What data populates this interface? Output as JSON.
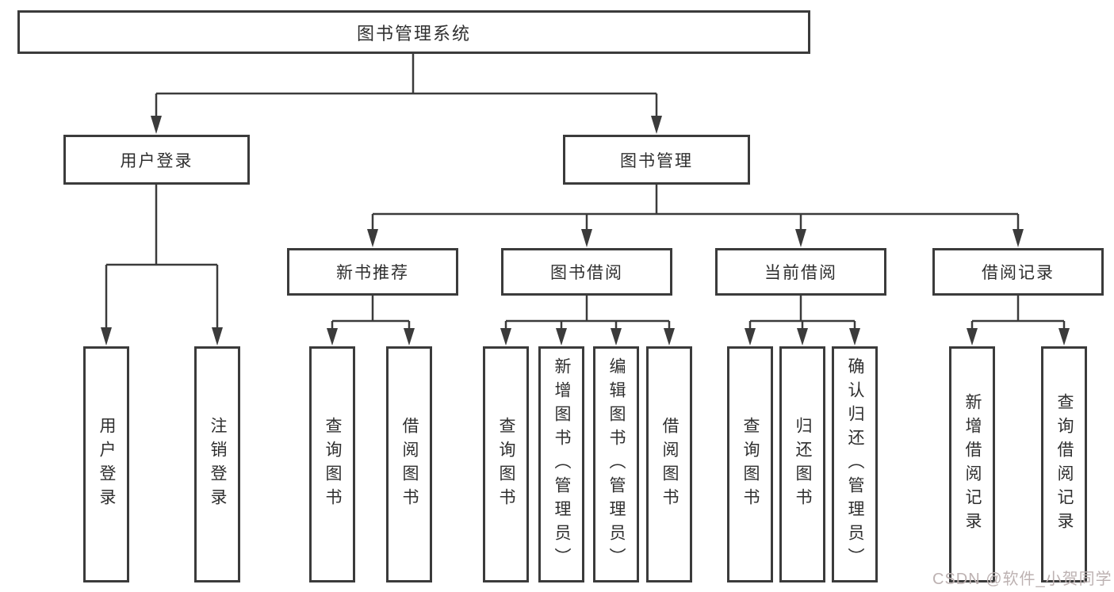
{
  "diagram": {
    "title": "图书管理系统",
    "root": {
      "label": "图书管理系统"
    },
    "level2": {
      "user_login": {
        "label": "用户登录"
      },
      "book_mgmt": {
        "label": "图书管理"
      }
    },
    "level3": {
      "new_book_rec": {
        "label": "新书推荐"
      },
      "book_borrow": {
        "label": "图书借阅"
      },
      "current_borrow": {
        "label": "当前借阅"
      },
      "borrow_records": {
        "label": "借阅记录"
      }
    },
    "leaves": {
      "user_login_leaf": {
        "label": "用户登录"
      },
      "logout": {
        "label": "注销登录"
      },
      "nbr_query_books": {
        "label": "查询图书"
      },
      "nbr_borrow_books": {
        "label": "借阅图书"
      },
      "bb_query_books": {
        "label": "查询图书"
      },
      "bb_add_books": {
        "label": "新增图书（管理员）"
      },
      "bb_edit_books": {
        "label": "编辑图书（管理员）"
      },
      "bb_borrow_books": {
        "label": "借阅图书"
      },
      "cb_query_books": {
        "label": "查询图书"
      },
      "cb_return_books": {
        "label": "归还图书"
      },
      "cb_confirm_return": {
        "label": "确认归还（管理员）"
      },
      "br_add_record": {
        "label": "新增借阅记录"
      },
      "br_query_record": {
        "label": "查询借阅记录"
      }
    }
  },
  "watermark": {
    "text": "CSDN @软件_小贺同学"
  },
  "colors": {
    "line": "#3b3b3b",
    "text": "#2f2f2f",
    "watermark": "#bdb2b2",
    "background": "#ffffff"
  }
}
